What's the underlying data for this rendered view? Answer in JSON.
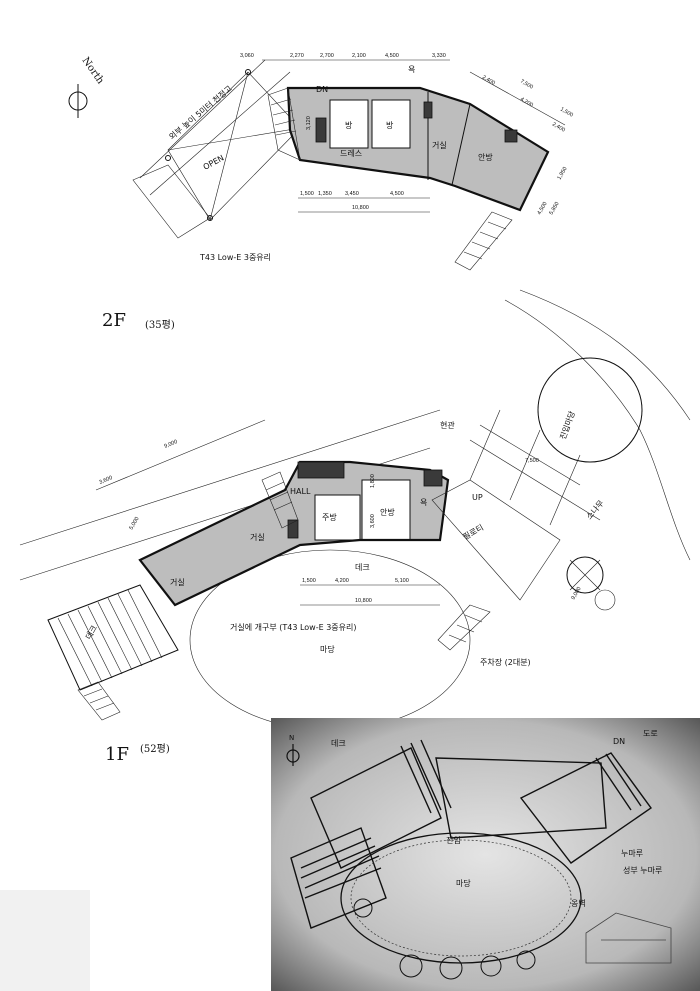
{
  "top_plan": {
    "north_label": "North",
    "top_dims": [
      "3,060",
      "2,270",
      "2,700",
      "2,100",
      "4,500",
      "3,330"
    ],
    "right_dims": [
      "2,400",
      "7,500",
      "4,200",
      "1,500",
      "2,400",
      "1,950"
    ],
    "bottom_dims": [
      "1,500",
      "1,350",
      "3,450",
      "4,500"
    ],
    "bottom_total": "10,800",
    "side_dims": [
      "4,500",
      "5,850",
      "3,120"
    ],
    "rooms": [
      "방",
      "방",
      "거실",
      "안방",
      "드레스",
      "욕"
    ],
    "dn_label": "DN",
    "open_label": "OPEN",
    "glass_note": "T43 Low-E 3중유리",
    "side_note": "외부 높이 5미터 천정고",
    "floor_label": "2F",
    "floor_area": "(35평)"
  },
  "mid_plan": {
    "top_dims": [
      "9,000",
      "3,600",
      "7,500"
    ],
    "bottom_dims": [
      "1,500",
      "4,200",
      "5,100"
    ],
    "bottom_total": "10,800",
    "side_dims": [
      "5,000",
      "3,600",
      "1,800",
      "9,000"
    ],
    "rooms": [
      "거실",
      "주방",
      "안방",
      "욕",
      "거실",
      "HALL",
      "UP"
    ],
    "labels": {
      "entrance": "현관",
      "terrace": "필로티",
      "entry_path": "진입마당",
      "wood_deck": "데크",
      "trees": "소나무",
      "court": "마당",
      "pilotis": "데크",
      "parking": "주차장 (2대분)"
    },
    "glass_note": "거실에 개구부 (T43 Low-E 3중유리)",
    "floor_label": "1F",
    "floor_area": "(52평)"
  },
  "photo_sketch": {
    "north_label": "N",
    "labels": [
      "데크",
      "마당",
      "진입",
      "DN",
      "도로",
      "누마루",
      "성부 누마루",
      "옹벽"
    ]
  }
}
